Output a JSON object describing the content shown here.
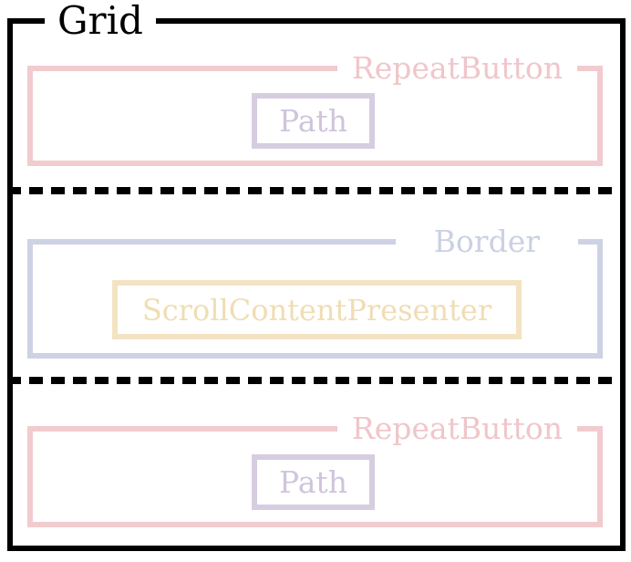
{
  "tree": {
    "root": {
      "label": "Grid"
    },
    "sections": [
      {
        "label": "RepeatButton",
        "child": {
          "label": "Path"
        }
      },
      {
        "label": "Border",
        "child": {
          "label": "ScrollContentPresenter"
        }
      },
      {
        "label": "RepeatButton",
        "child": {
          "label": "Path"
        }
      }
    ]
  },
  "colors": {
    "background": "#ffffff",
    "outline": "#000000",
    "separator": "#000000",
    "repeat_button_border": "#f2cbcf",
    "repeat_button_text": "#f0c6ca",
    "path_border": "#d6cde1",
    "path_text": "#cfc5db",
    "border_border": "#cdd2e4",
    "border_text": "#cbd1e3",
    "scroll_content_presenter_border": "#f3e3c3",
    "scroll_content_presenter_text": "#f0ddb3"
  }
}
